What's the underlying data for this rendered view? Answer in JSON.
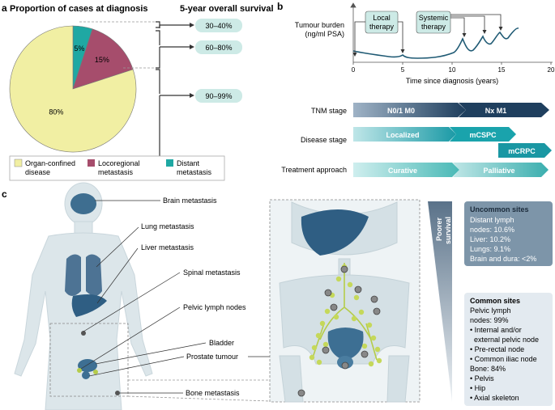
{
  "panel_a": {
    "letter": "a",
    "title": "Proportion of cases at diagnosis",
    "survival_title": "5-year overall survival",
    "slices": [
      {
        "label": "80%",
        "value": 80,
        "color": "#f1efa3"
      },
      {
        "label": "15%",
        "value": 15,
        "color": "#a64d6c"
      },
      {
        "label": "5%",
        "value": 5,
        "color": "#1fa8a3"
      }
    ],
    "survival_badges": [
      "30–40%",
      "60–80%",
      "90–99%"
    ],
    "legend": [
      {
        "label": "Organ-confined",
        "label2": "disease",
        "color": "#f1efa3"
      },
      {
        "label": "Locoregional",
        "label2": "metastasis",
        "color": "#a64d6c"
      },
      {
        "label": "Distant",
        "label2": "metastasis",
        "color": "#1fa8a3"
      }
    ]
  },
  "panel_b": {
    "letter": "b",
    "ylabel_line1": "Tumour burden",
    "ylabel_line2": "(ng/ml PSA)",
    "xlabel": "Time since diagnosis (years)",
    "xticks": [
      "0",
      "5",
      "10",
      "15",
      "20"
    ],
    "callout_local_1": "Local",
    "callout_local_2": "therapy",
    "callout_systemic_1": "Systemic",
    "callout_systemic_2": "therapy",
    "rows": [
      {
        "label": "TNM stage",
        "arrows": [
          "N0/1 M0",
          "Nx M1"
        ]
      },
      {
        "label": "Disease stage",
        "arrows": [
          "Localized",
          "mCSPC",
          "mCRPC"
        ]
      },
      {
        "label": "Treatment approach",
        "arrows": [
          "Curative",
          "Palliative"
        ]
      }
    ]
  },
  "panel_c": {
    "letter": "c",
    "labels": [
      "Brain metastasis",
      "Lung metastasis",
      "Liver metastasis",
      "Spinal metastasis",
      "Pelvic lymph nodes",
      "Bladder",
      "Prostate tumour",
      "Bone metastasis"
    ],
    "poorer_1": "Poorer",
    "poorer_2": "survival",
    "uncommon": {
      "title": "Uncommon sites",
      "lines": [
        "Distant lymph",
        "nodes: 10.6%",
        "Liver: 10.2%",
        "Lungs: 9.1%",
        "Brain and dura: <2%"
      ]
    },
    "common": {
      "title": "Common sites",
      "lines": [
        "Pelvic lymph",
        "nodes: 99%",
        "• Internal and/or",
        "  external pelvic node",
        "• Pre-rectal node",
        "• Common iliac node",
        "Bone: 84%",
        "• Pelvis",
        "• Hip",
        "• Axial skeleton"
      ]
    }
  }
}
